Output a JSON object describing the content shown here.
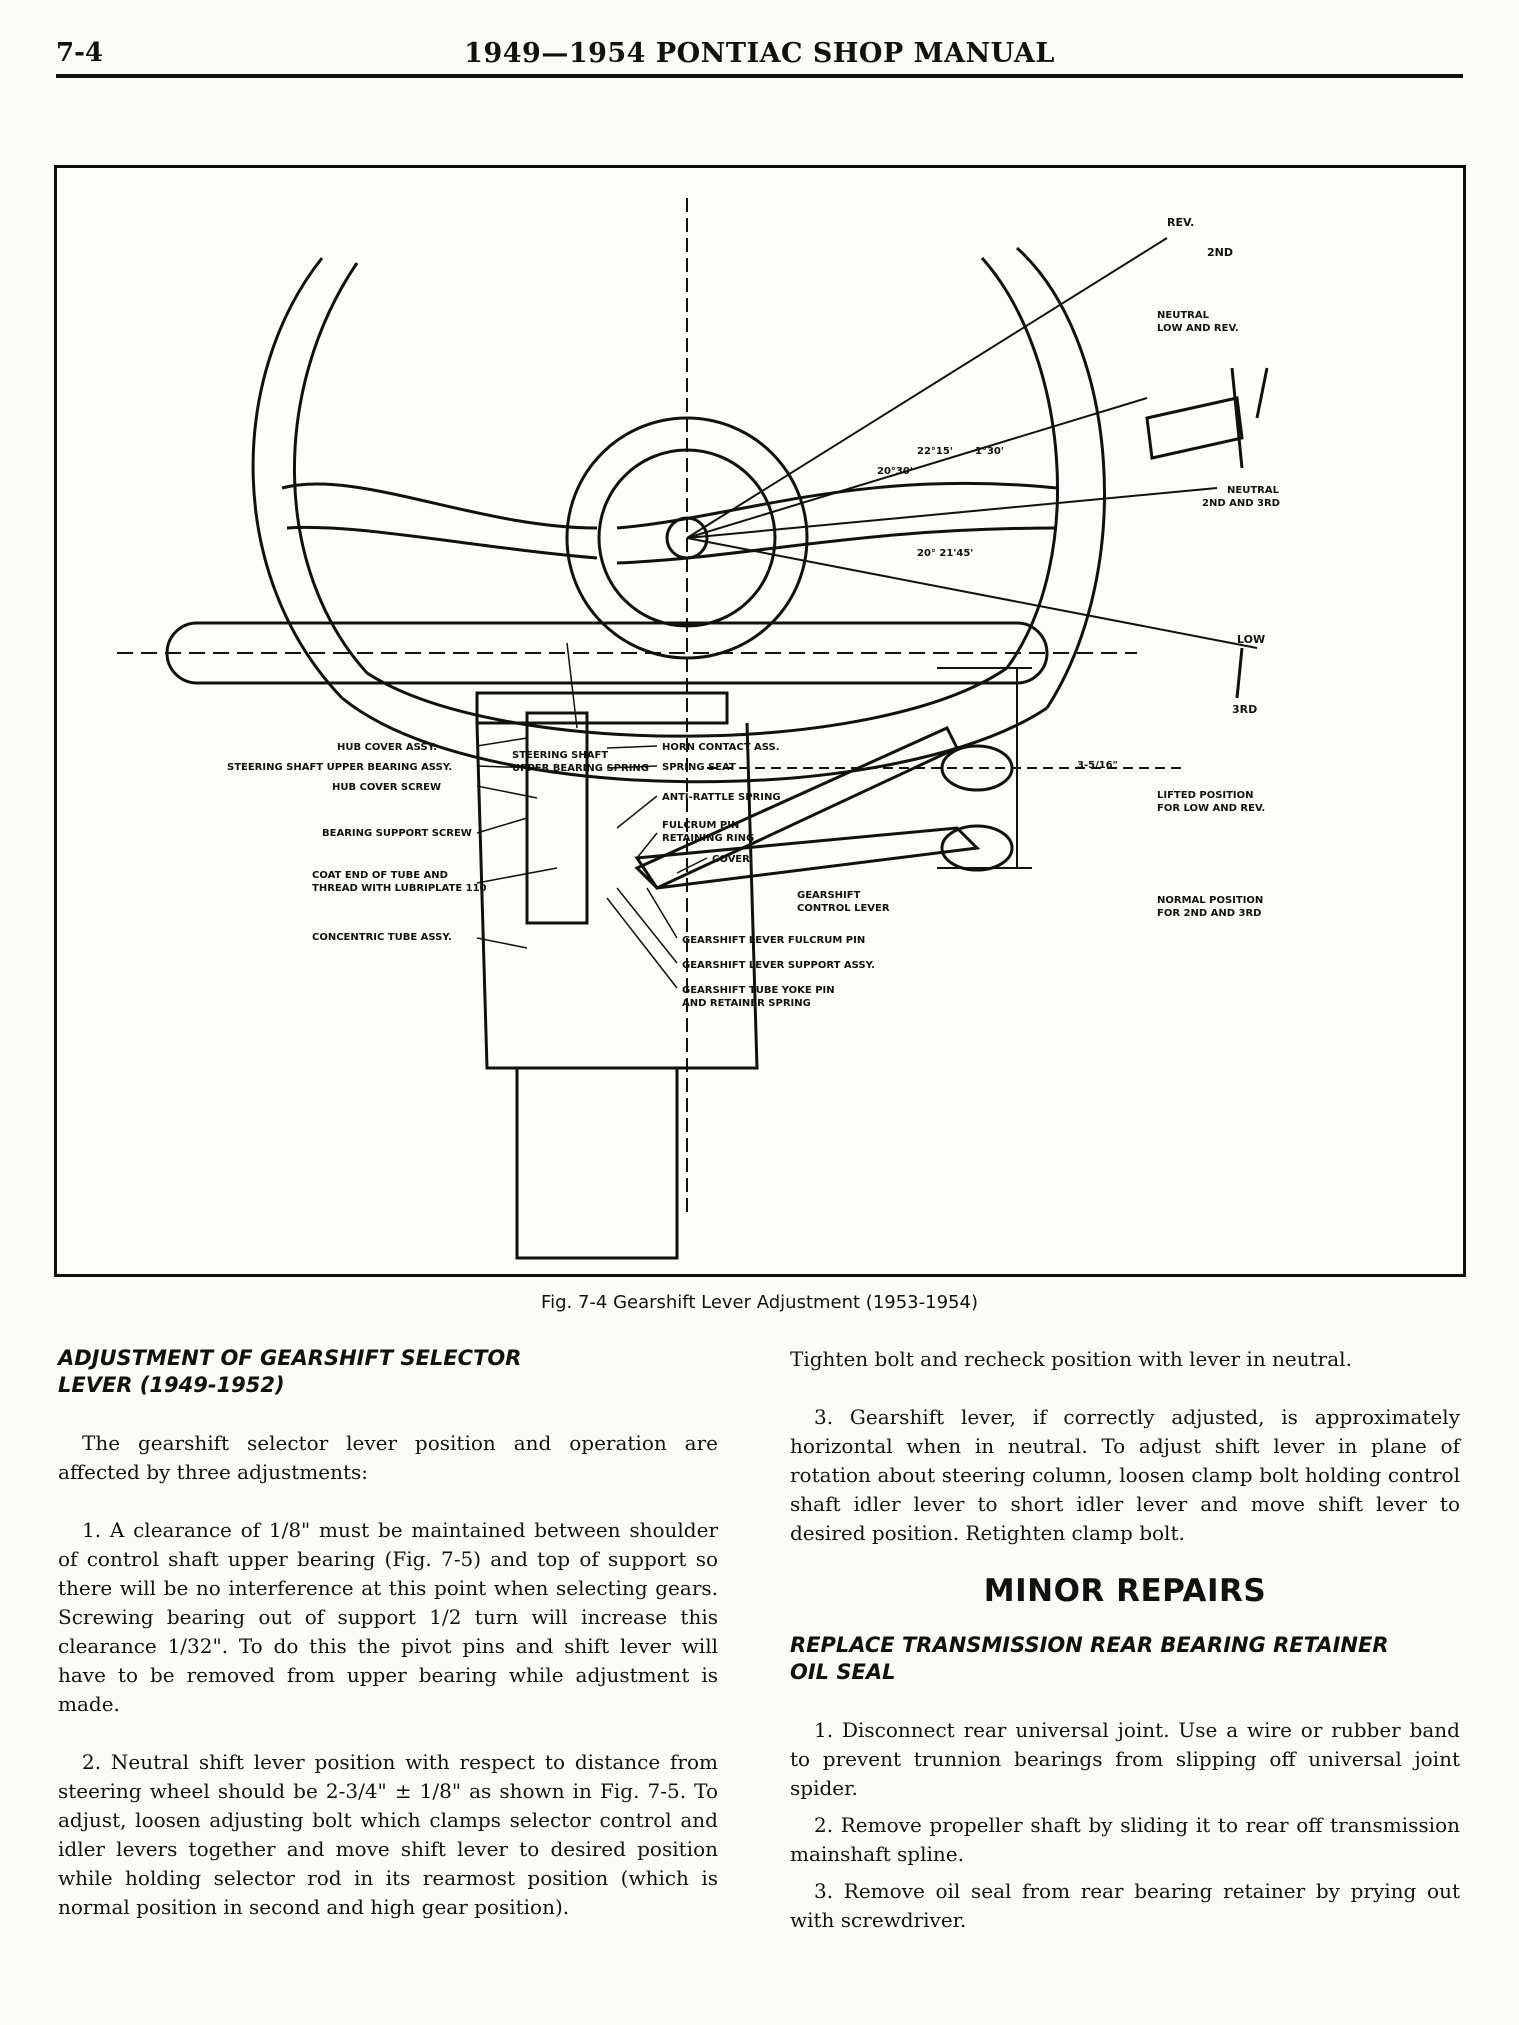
{
  "header": {
    "page_number": "7-4",
    "title": "1949—1954 PONTIAC SHOP MANUAL"
  },
  "figure": {
    "labels": {
      "rev": "REV.",
      "second": "2ND",
      "neutral_low_rev_1": "NEUTRAL",
      "neutral_low_rev_2": "LOW AND REV.",
      "neutral_2_3_1": "NEUTRAL",
      "neutral_2_3_2": "2ND AND 3RD",
      "low": "LOW",
      "third": "3RD",
      "angle_1": "22°15'",
      "angle_2": "1°30'",
      "angle_3": "20°30'",
      "angle_4": "20° 21'45'",
      "upper_spring_1": "STEERING SHAFT",
      "upper_spring_2": "UPPER BEARING SPRING",
      "lifted_1": "LIFTED POSITION",
      "lifted_2": "FOR LOW AND REV.",
      "hub_cover_assy": "HUB COVER ASSY.",
      "upper_bearing_assy": "STEERING SHAFT UPPER BEARING ASSY.",
      "hub_cover_screw": "HUB COVER SCREW",
      "bearing_support_screw": "BEARING SUPPORT SCREW",
      "coat_end_1": "COAT END OF TUBE AND",
      "coat_end_2": "THREAD WITH LUBRIPLATE 110",
      "concentric_tube": "CONCENTRIC TUBE ASSY.",
      "horn_contact": "HORN CONTACT ASS.",
      "spring_seat": "SPRING SEAT",
      "anti_rattle": "ANTI-RATTLE SPRING",
      "fulcrum_1": "FULCRUM PIN",
      "fulcrum_2": "RETAINING RING",
      "cover": "COVER",
      "dimension": "3-5/16\"",
      "gearshift_control_1": "GEARSHIFT",
      "gearshift_control_2": "CONTROL LEVER",
      "normal_1": "NORMAL POSITION",
      "normal_2": "FOR 2ND AND 3RD",
      "fulcrum_pin": "GEARSHIFT LEVER FULCRUM PIN",
      "support_assy": "GEARSHIFT LEVER SUPPORT ASSY.",
      "yoke_1": "GEARSHIFT TUBE YOKE PIN",
      "yoke_2": "AND RETAINER SPRING"
    },
    "caption": "Fig. 7-4  Gearshift Lever Adjustment (1953-1954)"
  },
  "left_column": {
    "heading_1": "ADJUSTMENT OF GEARSHIFT SELECTOR",
    "heading_2": "LEVER (1949-1952)",
    "intro": "The gearshift selector lever position and operation are affected by three adjustments:",
    "item_1": "1. A clearance of 1/8\" must be maintained between shoulder of control shaft upper bearing (Fig. 7-5) and top of support so there will be no interference at this point when selecting gears. Screwing bearing out of support 1/2 turn will increase this clearance 1/32\". To do this the pivot pins and shift lever will have to be removed from upper bearing while adjustment is made.",
    "item_2": "2. Neutral shift lever position with respect to distance from steering wheel should be 2-3/4\" ± 1/8\" as shown in Fig. 7-5. To adjust, loosen adjusting bolt which clamps selector control and idler levers together and move shift lever to desired position while holding selector rod in its rearmost position (which is normal position in second and high gear position)."
  },
  "right_column": {
    "continuation": "Tighten bolt and recheck position with lever in neutral.",
    "item_3": "3. Gearshift lever, if correctly adjusted, is approximately horizontal when in neutral. To adjust shift lever in plane of rotation about steering column, loosen clamp bolt holding control shaft idler lever to short idler lever and move shift lever to desired position. Retighten clamp bolt.",
    "section_title": "MINOR REPAIRS",
    "sub_heading_1": "REPLACE TRANSMISSION REAR BEARING RETAINER",
    "sub_heading_2": "OIL SEAL",
    "step_1": "1. Disconnect rear universal joint. Use a wire or rubber band to prevent trunnion bearings from slipping off universal joint spider.",
    "step_2": "2. Remove propeller shaft by sliding it to rear off transmission mainshaft spline.",
    "step_3": "3. Remove oil seal from rear bearing retainer by prying out with screwdriver."
  }
}
